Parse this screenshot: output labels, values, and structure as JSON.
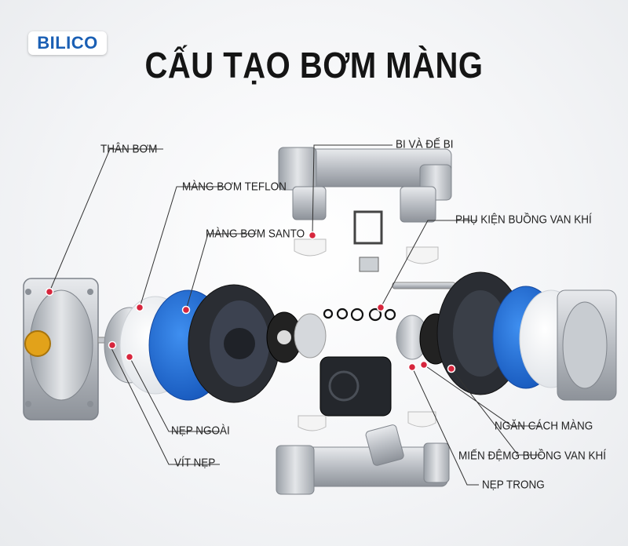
{
  "brand": {
    "logo_text": "BILICO"
  },
  "title": "CẤU TẠO BƠM MÀNG",
  "labels": {
    "than_bom": "THÂN BƠM",
    "mang_teflon": "MÀNG BƠM TEFLON",
    "mang_santo": "MÀNG BƠM SANTO",
    "nep_ngoai": "NẸP NGOÀI",
    "vit_nep": "VÍT NẸP",
    "bi_va_de_bi": "BI VÀ ĐẾ BI",
    "phu_kien": "PHỤ KIỆN BUỒNG VAN KHÍ",
    "ngan_cach": "NGĂN CÁCH MÀNG",
    "mien_dem": "MIẾN ĐỆMG BUỒNG VAN KHÍ",
    "nep_trong": "NẸP TRONG"
  },
  "colors": {
    "accent_dot": "#d7263d",
    "brand_blue": "#1a5fb4",
    "diaphragm_blue": "#1e6fd9"
  }
}
